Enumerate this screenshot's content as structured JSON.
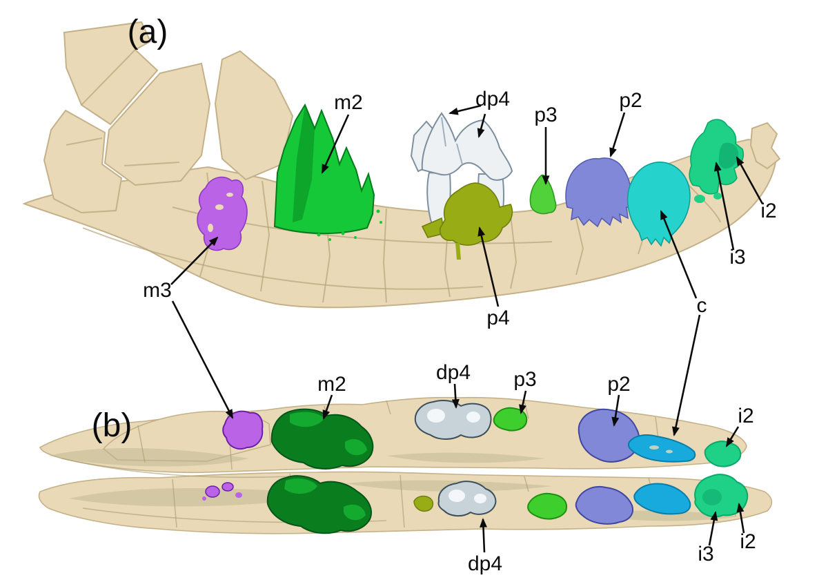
{
  "panels": {
    "a": {
      "label": "(a)"
    },
    "b": {
      "label": "(b)"
    }
  },
  "colors": {
    "background": "#ffffff",
    "bone": "#e9d9b6",
    "bone_shade": "#cdbb92",
    "bone_olive": "#b9b48e",
    "m3_purple": "#bb63e6",
    "m2_green": "#14c838",
    "m2_dark_green": "#0a7d1f",
    "m2_highlight": "#17b534",
    "dp4_white": "#edf1f4",
    "dp4_occlusal": "#c8d2d9",
    "p4_olive": "#98ac16",
    "p3_green": "#52d23a",
    "p3_occlusal": "#3ecf2e",
    "p2_periwinkle": "#8288d8",
    "c_cyan": "#26d3cc",
    "c_occlusal": "#18aadd",
    "incisor_green": "#1ed187",
    "incisor_dark": "#12b072",
    "annotation": "#0b0b0b"
  },
  "annotations_a": [
    {
      "id": "m2",
      "text": "m2"
    },
    {
      "id": "dp4",
      "text": "dp4"
    },
    {
      "id": "p3",
      "text": "p3"
    },
    {
      "id": "p2",
      "text": "p2"
    },
    {
      "id": "i2",
      "text": "i2"
    },
    {
      "id": "i3",
      "text": "i3"
    },
    {
      "id": "c",
      "text": "c"
    },
    {
      "id": "p4",
      "text": "p4"
    },
    {
      "id": "m3",
      "text": "m3"
    }
  ],
  "annotations_b": [
    {
      "id": "m2",
      "text": "m2"
    },
    {
      "id": "dp4_upper",
      "text": "dp4"
    },
    {
      "id": "p3",
      "text": "p3"
    },
    {
      "id": "p2",
      "text": "p2"
    },
    {
      "id": "i2_upper",
      "text": "i2"
    },
    {
      "id": "dp4_lower",
      "text": "dp4"
    },
    {
      "id": "i3_lower",
      "text": "i3"
    },
    {
      "id": "i2_lower",
      "text": "i2"
    }
  ]
}
